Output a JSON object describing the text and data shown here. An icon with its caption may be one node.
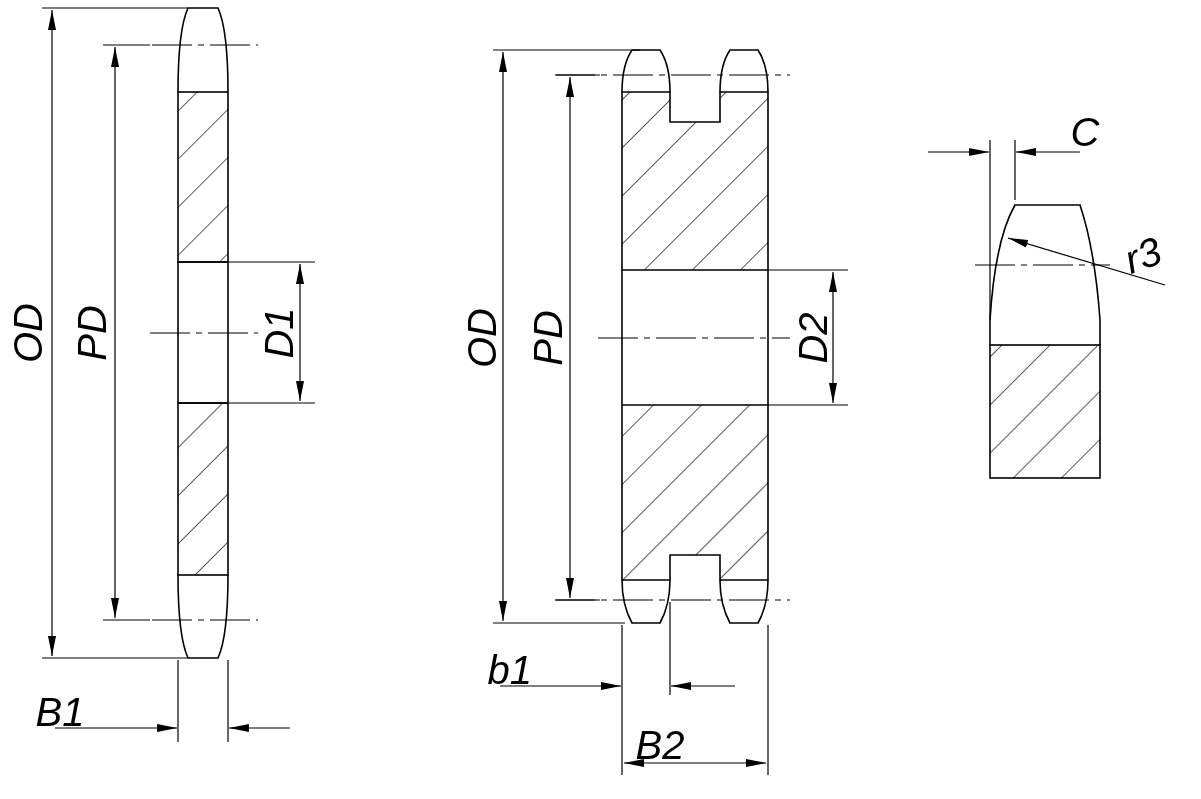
{
  "diagram": {
    "labels": [
      "OD",
      "PD",
      "D1",
      "B1",
      "OD",
      "PD",
      "D2",
      "b1",
      "B2",
      "C",
      "r3"
    ]
  }
}
